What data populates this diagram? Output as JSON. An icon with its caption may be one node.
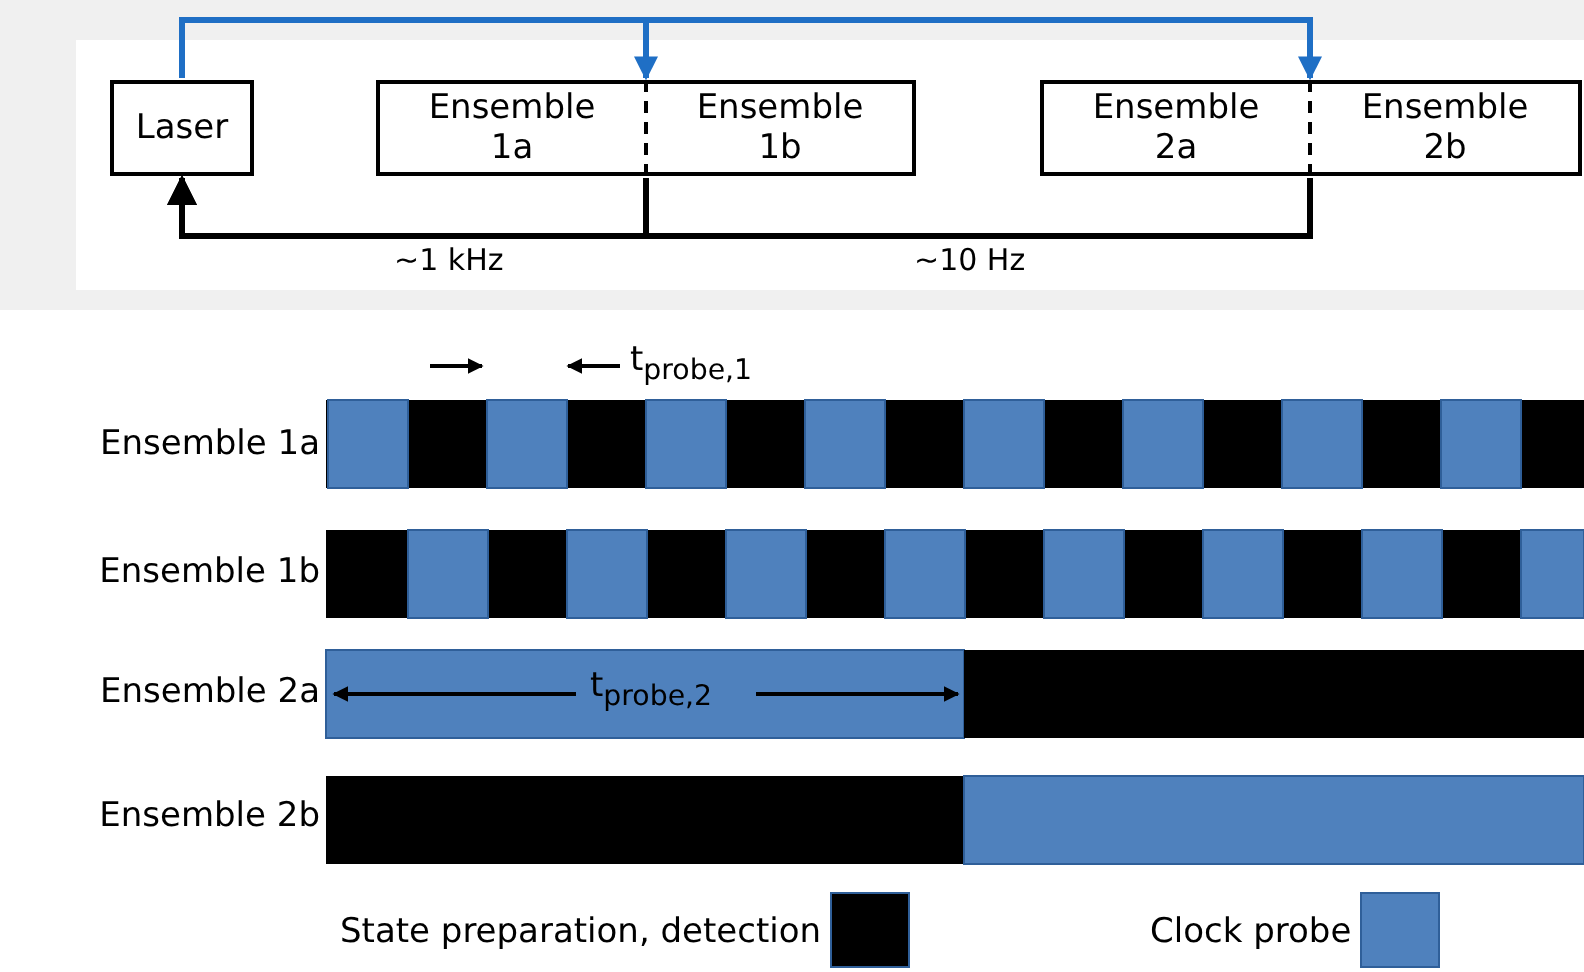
{
  "diagram": {
    "nodes": [
      {
        "text": [
          "Laser"
        ]
      },
      {
        "text": [
          "Ensemble 1a"
        ]
      },
      {
        "text": [
          "Ensemble 1b"
        ]
      },
      {
        "text": [
          "Ensemble 2a"
        ]
      },
      {
        "text": [
          "Ensemble 2b"
        ]
      }
    ],
    "edges": [
      {
        "from": 0,
        "to": 2,
        "arrow": "to",
        "color": "#1f6fc5"
      },
      {
        "from": 0,
        "to": 4,
        "arrow": "to",
        "color": "#1f6fc5"
      },
      {
        "from": 2,
        "to": 0,
        "arrow": "to",
        "label": "~1 kHz",
        "color": "#000000"
      },
      {
        "from": 4,
        "to": 0,
        "arrow": "to",
        "label": "~10 Hz",
        "color": "#000000"
      }
    ],
    "labels": [
      "t$_{probe,1}$",
      "Ensemble 1a",
      "Ensemble 1b",
      "Ensemble 2a",
      "t$_{probe,2}$",
      "Ensemble 2b"
    ],
    "legend": [
      {
        "text": "State preparation, detection",
        "color": "#000000"
      },
      {
        "text": "Clock probe",
        "color": "#4f81bd"
      }
    ]
  }
}
